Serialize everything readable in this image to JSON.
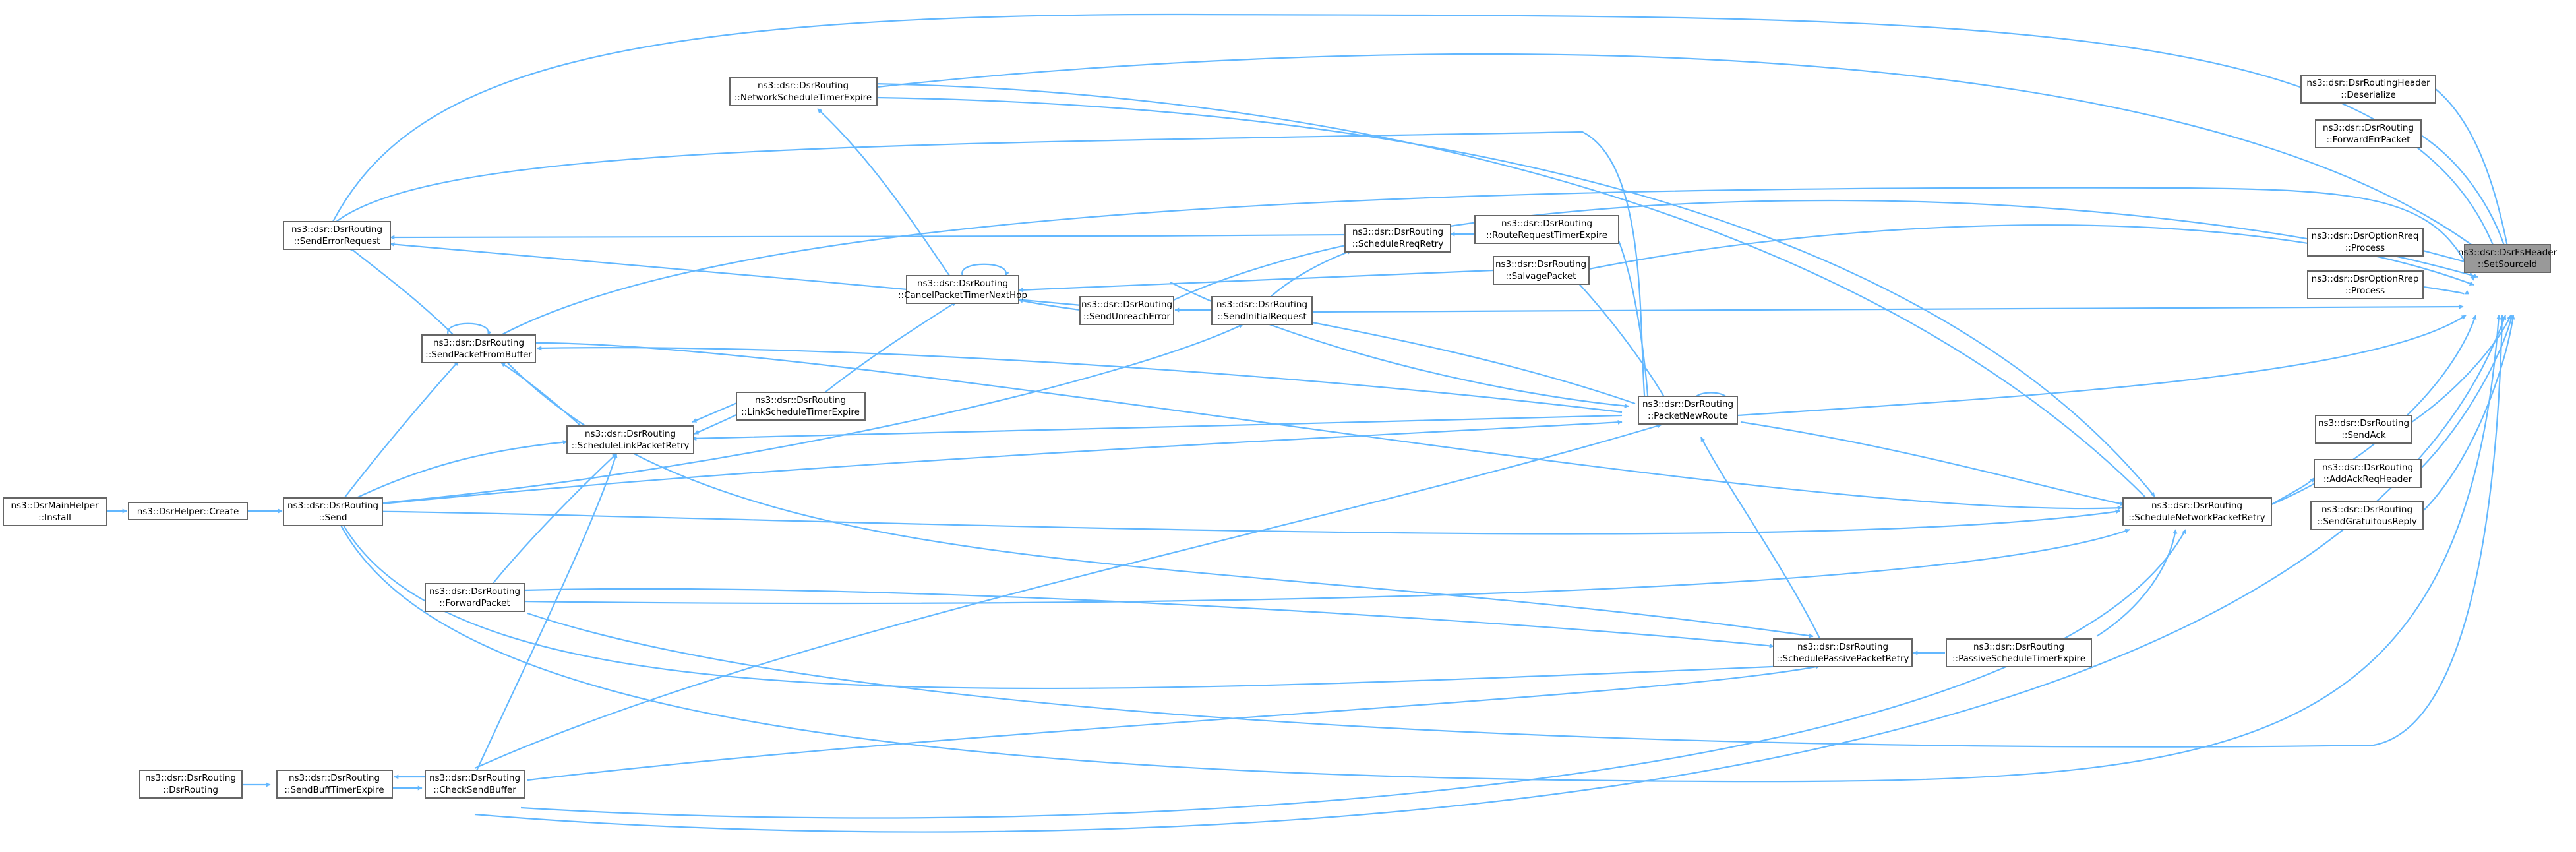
{
  "diagram": {
    "type": "caller-graph",
    "colors": {
      "edge": "#63b8ff",
      "node_border": "#666666",
      "root_fill": "#999999",
      "node_fill": "#ffffff"
    },
    "nodes": [
      {
        "id": "root",
        "label": [
          "ns3::dsr::DsrFsHeader",
          "::SetSourceId"
        ],
        "highlighted": true
      },
      {
        "id": "deserialize",
        "label": [
          "ns3::dsr::DsrRoutingHeader",
          "::Deserialize"
        ]
      },
      {
        "id": "fwderr",
        "label": [
          "ns3::dsr::DsrRouting",
          "::ForwardErrPacket"
        ]
      },
      {
        "id": "rreq",
        "label": [
          "ns3::dsr::DsrOptionRreq",
          "::Process"
        ]
      },
      {
        "id": "rrep",
        "label": [
          "ns3::dsr::DsrOptionRrep",
          "::Process"
        ]
      },
      {
        "id": "sendack",
        "label": [
          "ns3::dsr::DsrRouting",
          "::SendAck"
        ]
      },
      {
        "id": "addack",
        "label": [
          "ns3::dsr::DsrRouting",
          "::AddAckReqHeader"
        ]
      },
      {
        "id": "gratuitous",
        "label": [
          "ns3::dsr::DsrRouting",
          "::SendGratuitousReply"
        ]
      },
      {
        "id": "netsched",
        "label": [
          "ns3::dsr::DsrRouting",
          "::NetworkScheduleTimerExpire"
        ]
      },
      {
        "id": "senderr",
        "label": [
          "ns3::dsr::DsrRouting",
          "::SendErrorRequest"
        ]
      },
      {
        "id": "schedrreq",
        "label": [
          "ns3::dsr::DsrRouting",
          "::ScheduleRreqRetry"
        ]
      },
      {
        "id": "rreqexpire",
        "label": [
          "ns3::dsr::DsrRouting",
          "::RouteRequestTimerExpire"
        ]
      },
      {
        "id": "cancel",
        "label": [
          "ns3::dsr::DsrRouting",
          "::CancelPacketTimerNextHop"
        ]
      },
      {
        "id": "salvage",
        "label": [
          "ns3::dsr::DsrRouting",
          "::SalvagePacket"
        ]
      },
      {
        "id": "unreach",
        "label": [
          "ns3::dsr::DsrRouting",
          "::SendUnreachError"
        ]
      },
      {
        "id": "initreq",
        "label": [
          "ns3::dsr::DsrRouting",
          "::SendInitialRequest"
        ]
      },
      {
        "id": "sendbuf",
        "label": [
          "ns3::dsr::DsrRouting",
          "::SendPacketFromBuffer"
        ]
      },
      {
        "id": "linkexpire",
        "label": [
          "ns3::dsr::DsrRouting",
          "::LinkScheduleTimerExpire"
        ]
      },
      {
        "id": "linkretry",
        "label": [
          "ns3::dsr::DsrRouting",
          "::ScheduleLinkPacketRetry"
        ]
      },
      {
        "id": "newroute",
        "label": [
          "ns3::dsr::DsrRouting",
          "::PacketNewRoute"
        ]
      },
      {
        "id": "mainhelper",
        "label": [
          "ns3::DsrMainHelper",
          "::Install"
        ]
      },
      {
        "id": "helpercreate",
        "label": [
          "ns3::DsrHelper::Create"
        ]
      },
      {
        "id": "send",
        "label": [
          "ns3::dsr::DsrRouting",
          "::Send"
        ]
      },
      {
        "id": "schednet",
        "label": [
          "ns3::dsr::DsrRouting",
          "::ScheduleNetworkPacketRetry"
        ]
      },
      {
        "id": "forward",
        "label": [
          "ns3::dsr::DsrRouting",
          "::ForwardPacket"
        ]
      },
      {
        "id": "passretry",
        "label": [
          "ns3::dsr::DsrRouting",
          "::SchedulePassivePacketRetry"
        ]
      },
      {
        "id": "passexpire",
        "label": [
          "ns3::dsr::DsrRouting",
          "::PassiveScheduleTimerExpire"
        ]
      },
      {
        "id": "ctor",
        "label": [
          "ns3::dsr::DsrRouting",
          "::DsrRouting"
        ]
      },
      {
        "id": "bufftimer",
        "label": [
          "ns3::dsr::DsrRouting",
          "::SendBuffTimerExpire"
        ]
      },
      {
        "id": "checkbuf",
        "label": [
          "ns3::dsr::DsrRouting",
          "::CheckSendBuffer"
        ]
      }
    ],
    "edges": [
      [
        "deserialize",
        "root"
      ],
      [
        "fwderr",
        "root"
      ],
      [
        "rreq",
        "root"
      ],
      [
        "rrep",
        "root"
      ],
      [
        "sendack",
        "root"
      ],
      [
        "addack",
        "root"
      ],
      [
        "gratuitous",
        "root"
      ],
      [
        "senderr",
        "root"
      ],
      [
        "netsched",
        "root"
      ],
      [
        "sendbuf",
        "root"
      ],
      [
        "salvage",
        "root"
      ],
      [
        "initreq",
        "root"
      ],
      [
        "unreach",
        "root"
      ],
      [
        "newroute",
        "root"
      ],
      [
        "schednet",
        "root"
      ],
      [
        "send",
        "root"
      ],
      [
        "checkbuf",
        "root"
      ],
      [
        "forward",
        "root"
      ],
      [
        "schednet",
        "addack"
      ],
      [
        "passexpire",
        "schednet"
      ],
      [
        "checkbuf",
        "schednet"
      ],
      [
        "forward",
        "schednet"
      ],
      [
        "send",
        "schednet"
      ],
      [
        "sendbuf",
        "schednet"
      ],
      [
        "schednet",
        "netsched"
      ],
      [
        "netsched",
        "schednet"
      ],
      [
        "newroute",
        "schednet"
      ],
      [
        "passexpire",
        "passretry"
      ],
      [
        "forward",
        "passretry"
      ],
      [
        "send",
        "passretry"
      ],
      [
        "checkbuf",
        "passretry"
      ],
      [
        "sendbuf",
        "passretry"
      ],
      [
        "passretry",
        "newroute"
      ],
      [
        "newroute",
        "newroute"
      ],
      [
        "salvage",
        "newroute"
      ],
      [
        "rreqexpire",
        "newroute"
      ],
      [
        "unreach",
        "newroute"
      ],
      [
        "senderr",
        "newroute"
      ],
      [
        "checkbuf",
        "newroute"
      ],
      [
        "send",
        "newroute"
      ],
      [
        "newroute",
        "initreq"
      ],
      [
        "newroute",
        "linkretry"
      ],
      [
        "newroute",
        "sendbuf"
      ],
      [
        "rreqexpire",
        "schedrreq"
      ],
      [
        "initreq",
        "schedrreq"
      ],
      [
        "schedrreq",
        "senderr"
      ],
      [
        "unreach",
        "cancel"
      ],
      [
        "cancel",
        "cancel"
      ],
      [
        "cancel",
        "netsched"
      ],
      [
        "salvage",
        "cancel"
      ],
      [
        "initreq",
        "unreach"
      ],
      [
        "unreach",
        "senderr"
      ],
      [
        "linkretry",
        "cancel"
      ],
      [
        "linkretry",
        "linkexpire"
      ],
      [
        "linkexpire",
        "linkretry"
      ],
      [
        "linkretry",
        "sendbuf"
      ],
      [
        "sendbuf",
        "sendbuf"
      ],
      [
        "sendbuf",
        "senderr"
      ],
      [
        "send",
        "sendbuf"
      ],
      [
        "send",
        "linkretry"
      ],
      [
        "forward",
        "linkretry"
      ],
      [
        "checkbuf",
        "linkretry"
      ],
      [
        "send",
        "initreq"
      ],
      [
        "helpercreate",
        "send"
      ],
      [
        "mainhelper",
        "helpercreate"
      ],
      [
        "bufftimer",
        "checkbuf"
      ],
      [
        "checkbuf",
        "bufftimer"
      ],
      [
        "ctor",
        "bufftimer"
      ]
    ]
  }
}
